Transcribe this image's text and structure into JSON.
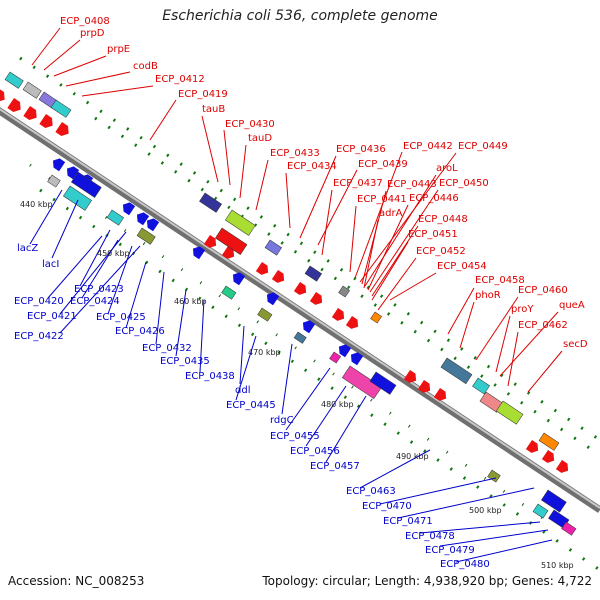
{
  "title": "Escherichia coli 536, complete genome",
  "accession": "Accession: NC_008253",
  "summary": "Topology: circular; Length: 4,938,920 bp; Genes: 4,722",
  "kbp_ticks": [
    "440 kbp",
    "450 kbp",
    "460 kbp",
    "470 kbp",
    "480 kbp",
    "490 kbp",
    "500 kbp",
    "510 kbp"
  ],
  "top_labels": [
    "ECP_0408",
    "prpD",
    "prpE",
    "codB",
    "ECP_0412",
    "ECP_0419",
    "tauB",
    "ECP_0430",
    "tauD",
    "ECP_0433",
    "ECP_0434",
    "ECP_0436",
    "ECP_0439",
    "ECP_0437",
    "ECP_0441",
    "ECP_0442",
    "ECP_0449",
    "aroL",
    "ECP_0443",
    "ECP_0450",
    "ECP_0446",
    "adrA",
    "ECP_0448",
    "ECP_0451",
    "ECP_0452",
    "ECP_0454",
    "ECP_0458",
    "phoR",
    "ECP_0460",
    "proY",
    "queA",
    "ECP_0462",
    "secD"
  ],
  "bottom_labels": [
    "lacZ",
    "lacI",
    "ECP_0423",
    "ECP_0420",
    "ECP_0424",
    "ECP_0421",
    "ECP_0425",
    "ECP_0422",
    "ECP_0426",
    "ECP_0432",
    "ECP_0435",
    "ECP_0438",
    "ddl",
    "ECP_0445",
    "rdgC",
    "ECP_0455",
    "ECP_0456",
    "ECP_0457",
    "ECP_0463",
    "ECP_0470",
    "ECP_0471",
    "ECP_0478",
    "ECP_0479",
    "ECP_0480"
  ],
  "colors": {
    "forward": "#ee1111",
    "reverse": "#1111dd",
    "backbone": "#888888",
    "label_top": "#dd0000",
    "label_bottom": "#0000cc",
    "tick": "#117711"
  }
}
